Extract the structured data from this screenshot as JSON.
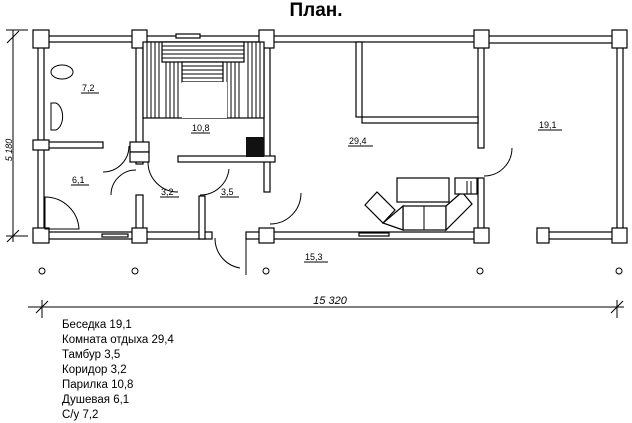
{
  "title": "План.",
  "dimensions": {
    "width": "15 320",
    "height": "5 180"
  },
  "room_areas": {
    "su": "7,2",
    "parilka": "10,8",
    "dush": "6,1",
    "koridor": "3,2",
    "tambur": "3,5",
    "komnata": "29,4",
    "besedka": "19,1",
    "terrace": "15,3"
  },
  "legend": [
    "Беседка 19,1",
    "Комната отдыха 29,4",
    "Тамбур 3,5",
    "Коридор 3,2",
    "Парилка 10,8",
    "Душевая 6,1",
    "С/у 7,2"
  ]
}
